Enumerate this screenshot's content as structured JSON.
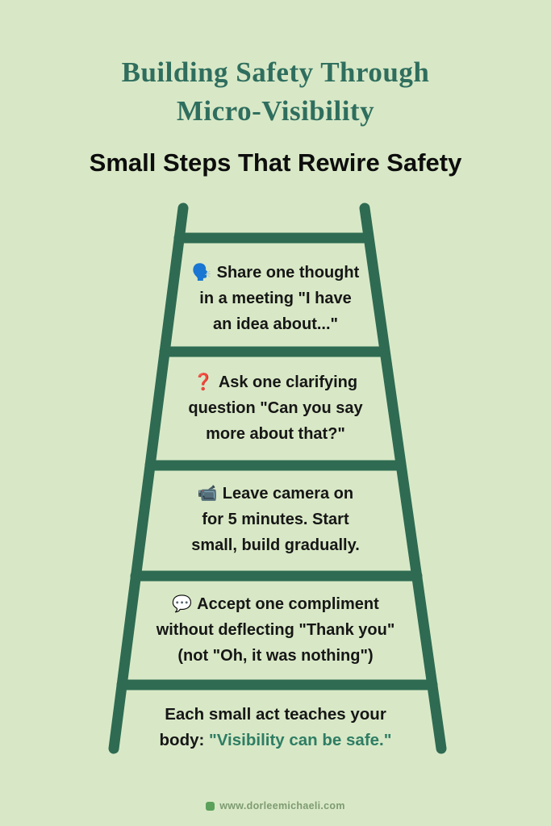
{
  "colors": {
    "page_bg": "#d8e8c6",
    "title": "#2f6e5e",
    "ladder": "#2e6b52",
    "quote": "#2e7d64",
    "footer": "#7e9b72",
    "footer_icon": "#5ba15c"
  },
  "header": {
    "title_line1": "Building Safety Through",
    "title_line2": "Micro-Visibility",
    "subtitle": "Small Steps That Rewire Safety"
  },
  "ladder": {
    "steps": [
      {
        "icon": "🗣️",
        "lines": [
          "Share one thought",
          "in a meeting \"I have",
          "an idea about...\""
        ]
      },
      {
        "icon": "❓",
        "lines": [
          "Ask one clarifying",
          "question \"Can you say",
          "more about that?\""
        ]
      },
      {
        "icon": "📹",
        "lines": [
          "Leave camera on",
          "for 5 minutes. Start",
          "small, build gradually."
        ]
      },
      {
        "icon": "💬",
        "lines": [
          "Accept one compliment",
          "without deflecting \"Thank you\"",
          "(not \"Oh, it was nothing\")"
        ]
      }
    ]
  },
  "closing": {
    "line1": "Each small act teaches your",
    "line2_prefix": "body: ",
    "line2_quote": "\"Visibility can be safe.\""
  },
  "footer": {
    "url": "www.dorleemichaeli.com"
  }
}
